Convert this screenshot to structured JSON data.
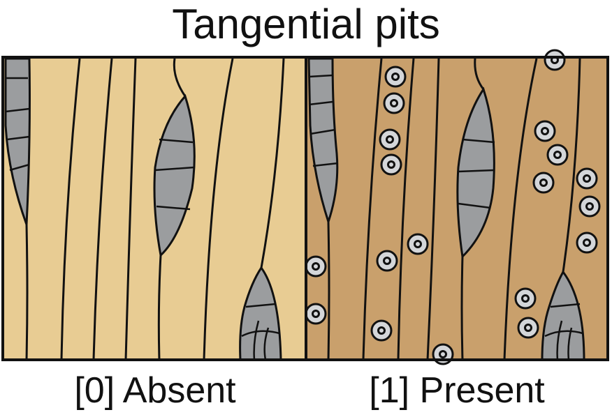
{
  "title": "Tangential pits",
  "panels": [
    {
      "caption": "[0] Absent",
      "fill": "#e8cc93"
    },
    {
      "caption": "[1] Present",
      "fill": "#c9a06c"
    }
  ],
  "colors": {
    "ray_fill": "#9b9d9f",
    "pit_fill": "#d4d6d9",
    "outline": "#111111"
  }
}
